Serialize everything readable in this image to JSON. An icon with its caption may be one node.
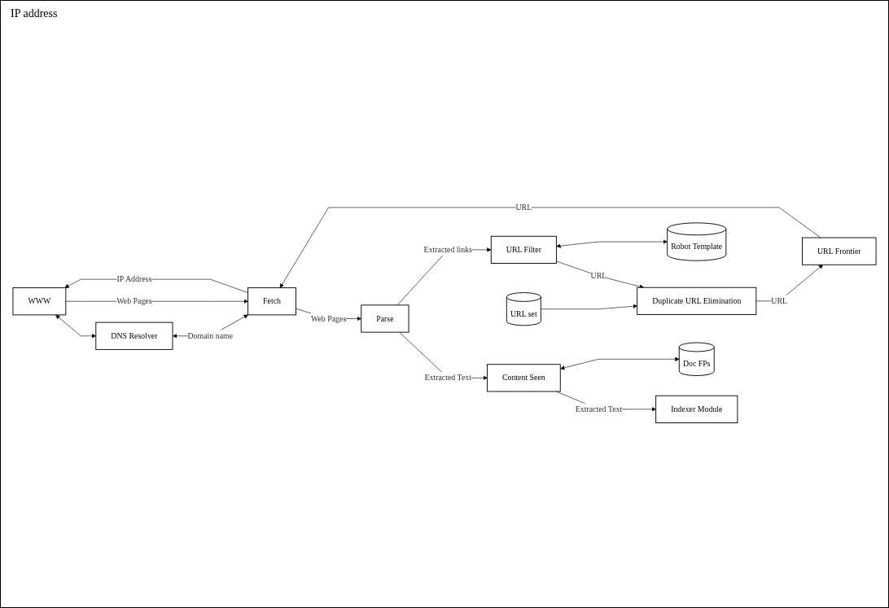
{
  "diagram": {
    "nodes": [
      {
        "text": [
          "WWW"
        ]
      },
      {
        "text": [
          "DNS Resolver"
        ]
      },
      {
        "text": [
          "Fetch"
        ]
      },
      {
        "text": [
          "Parse"
        ]
      },
      {
        "text": [
          "Indexer Module"
        ]
      },
      {
        "text": [
          "Content Seen"
        ]
      },
      {
        "text": [
          "Doc FPs"
        ]
      },
      {
        "text": [
          "URL Filter"
        ]
      },
      {
        "text": [
          "Duplicate URL Elimination"
        ]
      },
      {
        "text": [
          "Robot Template"
        ]
      },
      {
        "text": [
          "URL set"
        ]
      },
      {
        "text": [
          "URL Frontier"
        ]
      }
    ],
    "edges": [
      {
        "from": 0,
        "to": 1,
        "arrow": "both"
      },
      {
        "from": 1,
        "to": 2,
        "label": "Domain name",
        "arrow": "both"
      },
      {
        "from": 0,
        "to": 2,
        "label": "Web Pages",
        "arrow": "to"
      },
      {
        "from": 2,
        "to": 0,
        "label": "IP Address",
        "arrow": "to"
      },
      {
        "from": 2,
        "to": 3,
        "label": "Web Pages",
        "arrow": "to"
      },
      {
        "from": 3,
        "to": 5,
        "label": "Extracted Text",
        "arrow": "to"
      },
      {
        "from": 3,
        "to": 7,
        "label": "Extracted links",
        "arrow": "to"
      },
      {
        "from": 5,
        "to": 4,
        "label": "Extracted Text",
        "arrow": "to"
      },
      {
        "from": 5,
        "to": 6,
        "arrow": "both"
      },
      {
        "from": 7,
        "to": 8,
        "label": "URL",
        "arrow": "to"
      },
      {
        "from": 7,
        "to": 9,
        "arrow": "both"
      },
      {
        "from": 10,
        "to": 8,
        "arrow": "to"
      },
      {
        "from": 8,
        "to": 11,
        "label": "URL",
        "arrow": "to"
      },
      {
        "from": 11,
        "to": 2,
        "label": "URL",
        "arrow": "to"
      }
    ],
    "labels": [
      "IP address"
    ]
  }
}
